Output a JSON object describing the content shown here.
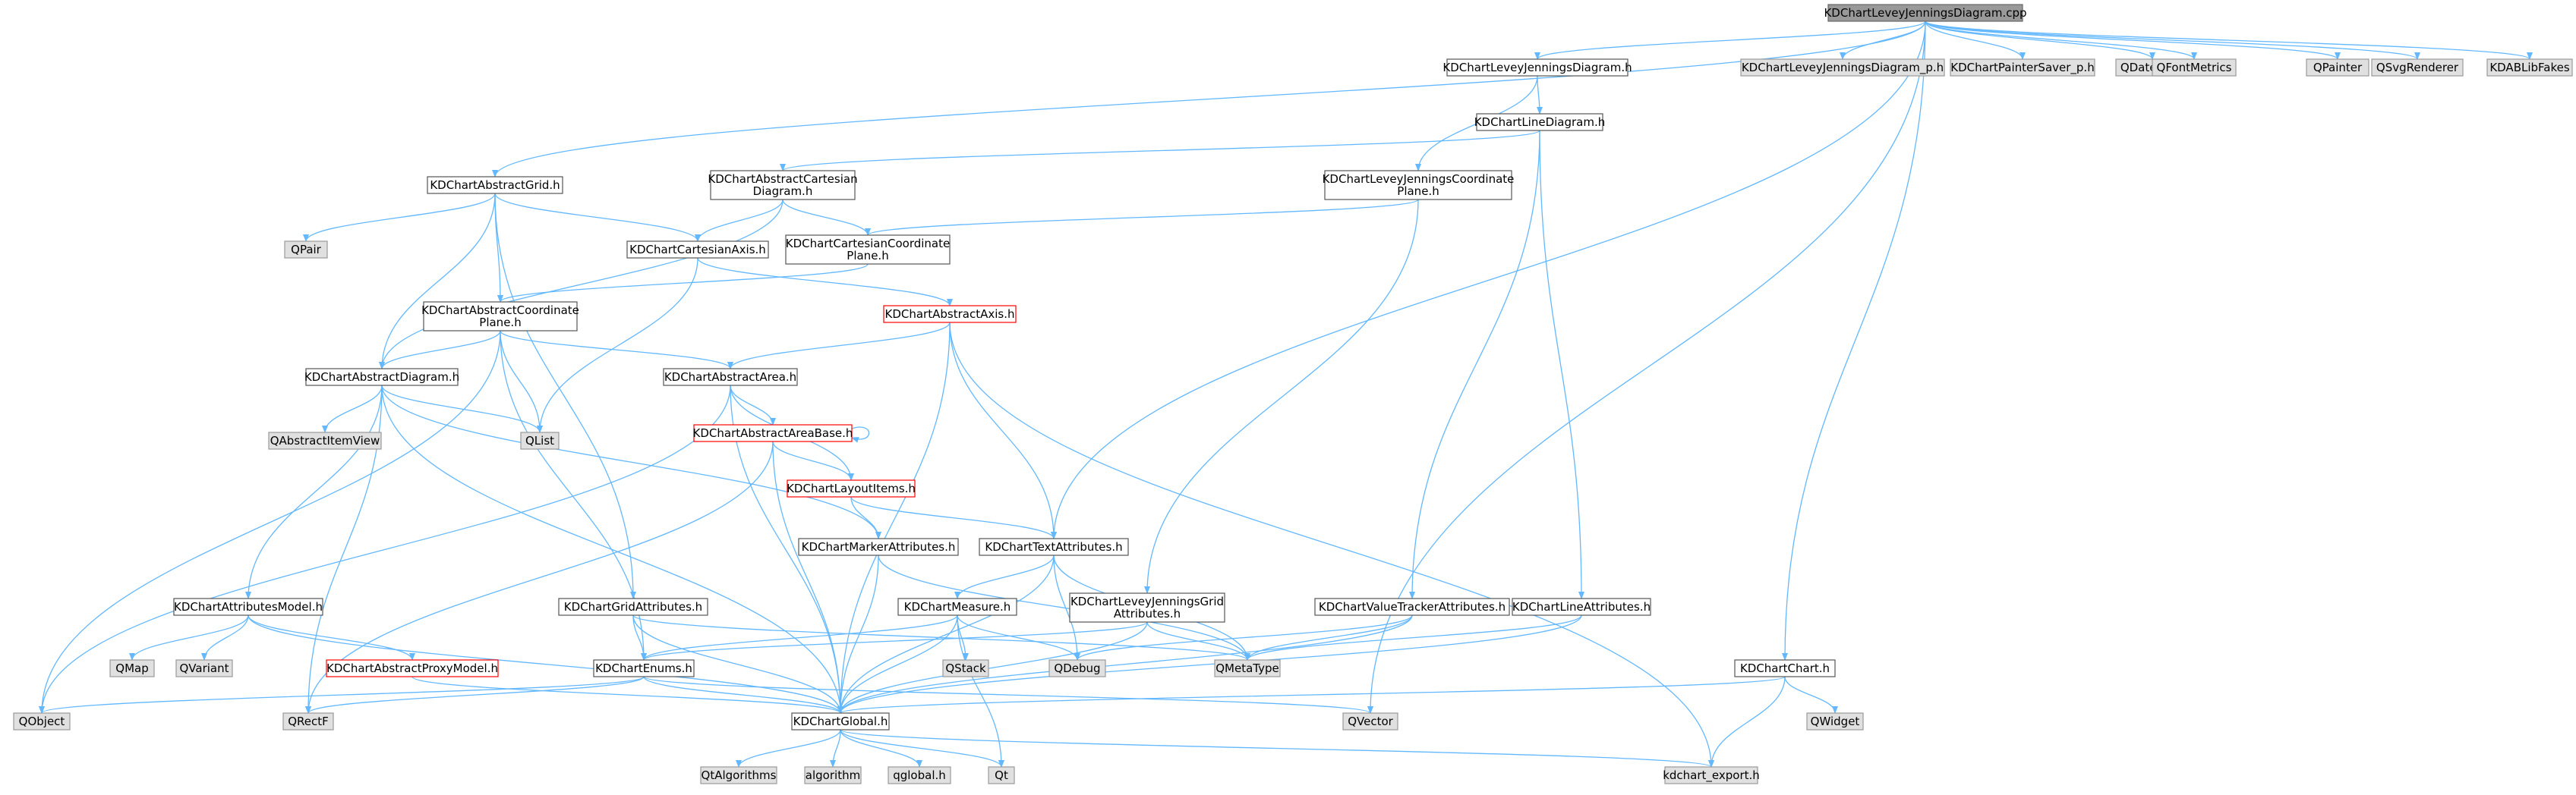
{
  "palette": {
    "edge": "#63b8ff",
    "node_fill": "#ffffff",
    "node_border": "#555555",
    "external_fill": "#e0e0e0",
    "external_border": "#999999",
    "root_fill": "#999999",
    "root_border": "#666666",
    "truncated_border": "#ff0000"
  },
  "nodes": {
    "root": {
      "lines": [
        "KDChartLeveyJenningsDiagram.cpp"
      ],
      "style": "root"
    },
    "ljDiagramH": {
      "lines": [
        "KDChartLeveyJenningsDiagram.h"
      ],
      "style": "normal"
    },
    "ljDiagramPH": {
      "lines": [
        "KDChartLeveyJenningsDiagram_p.h"
      ],
      "style": "external"
    },
    "painterSaver": {
      "lines": [
        "KDChartPainterSaver_p.h"
      ],
      "style": "external"
    },
    "qDateTime": {
      "lines": [
        "QDateTime"
      ],
      "style": "external"
    },
    "qFontMetrics": {
      "lines": [
        "QFontMetrics"
      ],
      "style": "external"
    },
    "qPainter": {
      "lines": [
        "QPainter"
      ],
      "style": "external"
    },
    "qSvgRenderer": {
      "lines": [
        "QSvgRenderer"
      ],
      "style": "external"
    },
    "kdabLibFakes": {
      "lines": [
        "KDABLibFakes"
      ],
      "style": "external"
    },
    "lineDiagram": {
      "lines": [
        "KDChartLineDiagram.h"
      ],
      "style": "normal"
    },
    "abstractGrid": {
      "lines": [
        "KDChartAbstractGrid.h"
      ],
      "style": "normal"
    },
    "absCartDiagram": {
      "lines": [
        "KDChartAbstractCartesian",
        "Diagram.h"
      ],
      "style": "normal"
    },
    "ljCoordPlane": {
      "lines": [
        "KDChartLeveyJenningsCoordinate",
        "Plane.h"
      ],
      "style": "normal"
    },
    "qPair": {
      "lines": [
        "QPair"
      ],
      "style": "external"
    },
    "cartAxis": {
      "lines": [
        "KDChartCartesianAxis.h"
      ],
      "style": "normal"
    },
    "cartCoordPlane": {
      "lines": [
        "KDChartCartesianCoordinate",
        "Plane.h"
      ],
      "style": "normal"
    },
    "absCoordPlane": {
      "lines": [
        "KDChartAbstractCoordinate",
        "Plane.h"
      ],
      "style": "normal"
    },
    "abstractAxis": {
      "lines": [
        "KDChartAbstractAxis.h"
      ],
      "style": "truncated"
    },
    "abstractDiagram": {
      "lines": [
        "KDChartAbstractDiagram.h"
      ],
      "style": "normal"
    },
    "abstractArea": {
      "lines": [
        "KDChartAbstractArea.h"
      ],
      "style": "normal"
    },
    "qAbstractItemView": {
      "lines": [
        "QAbstractItemView"
      ],
      "style": "external"
    },
    "qList": {
      "lines": [
        "QList"
      ],
      "style": "external"
    },
    "abstractAreaBase": {
      "lines": [
        "KDChartAbstractAreaBase.h"
      ],
      "style": "truncated"
    },
    "layoutItems": {
      "lines": [
        "KDChartLayoutItems.h"
      ],
      "style": "truncated"
    },
    "markerAttrs": {
      "lines": [
        "KDChartMarkerAttributes.h"
      ],
      "style": "normal"
    },
    "textAttrs": {
      "lines": [
        "KDChartTextAttributes.h"
      ],
      "style": "normal"
    },
    "attrsModel": {
      "lines": [
        "KDChartAttributesModel.h"
      ],
      "style": "normal"
    },
    "gridAttrs": {
      "lines": [
        "KDChartGridAttributes.h"
      ],
      "style": "normal"
    },
    "measure": {
      "lines": [
        "KDChartMeasure.h"
      ],
      "style": "normal"
    },
    "ljGridAttrs": {
      "lines": [
        "KDChartLeveyJenningsGrid",
        "Attributes.h"
      ],
      "style": "normal"
    },
    "valueTrackerAttrs": {
      "lines": [
        "KDChartValueTrackerAttributes.h"
      ],
      "style": "normal"
    },
    "lineAttrs": {
      "lines": [
        "KDChartLineAttributes.h"
      ],
      "style": "normal"
    },
    "qMap": {
      "lines": [
        "QMap"
      ],
      "style": "external"
    },
    "qVariant": {
      "lines": [
        "QVariant"
      ],
      "style": "external"
    },
    "absProxyModel": {
      "lines": [
        "KDChartAbstractProxyModel.h"
      ],
      "style": "truncated"
    },
    "enums": {
      "lines": [
        "KDChartEnums.h"
      ],
      "style": "normal"
    },
    "qStack": {
      "lines": [
        "QStack"
      ],
      "style": "external"
    },
    "qDebug": {
      "lines": [
        "QDebug"
      ],
      "style": "external"
    },
    "qMetaType": {
      "lines": [
        "QMetaType"
      ],
      "style": "external"
    },
    "chartH": {
      "lines": [
        "KDChartChart.h"
      ],
      "style": "normal"
    },
    "qWidget": {
      "lines": [
        "QWidget"
      ],
      "style": "external"
    },
    "qObject": {
      "lines": [
        "QObject"
      ],
      "style": "external"
    },
    "qRectF": {
      "lines": [
        "QRectF"
      ],
      "style": "external"
    },
    "global": {
      "lines": [
        "KDChartGlobal.h"
      ],
      "style": "normal"
    },
    "qVector": {
      "lines": [
        "QVector"
      ],
      "style": "external"
    },
    "qtAlgorithms": {
      "lines": [
        "QtAlgorithms"
      ],
      "style": "external"
    },
    "algorithm": {
      "lines": [
        "algorithm"
      ],
      "style": "external"
    },
    "qglobal": {
      "lines": [
        "qglobal.h"
      ],
      "style": "external"
    },
    "qt": {
      "lines": [
        "Qt"
      ],
      "style": "external"
    },
    "kdchartExport": {
      "lines": [
        "kdchart_export.h"
      ],
      "style": "external"
    }
  },
  "edges": [
    [
      "root",
      "ljDiagramH"
    ],
    [
      "root",
      "ljDiagramPH"
    ],
    [
      "root",
      "painterSaver"
    ],
    [
      "root",
      "qDateTime"
    ],
    [
      "root",
      "qFontMetrics"
    ],
    [
      "root",
      "qPainter"
    ],
    [
      "root",
      "qSvgRenderer"
    ],
    [
      "root",
      "kdabLibFakes"
    ],
    [
      "root",
      "abstractGrid"
    ],
    [
      "root",
      "textAttrs"
    ],
    [
      "root",
      "qVector"
    ],
    [
      "root",
      "chartH"
    ],
    [
      "ljDiagramH",
      "lineDiagram"
    ],
    [
      "ljDiagramH",
      "ljCoordPlane"
    ],
    [
      "lineDiagram",
      "absCartDiagram"
    ],
    [
      "lineDiagram",
      "valueTrackerAttrs"
    ],
    [
      "lineDiagram",
      "lineAttrs"
    ],
    [
      "abstractGrid",
      "qPair"
    ],
    [
      "abstractGrid",
      "cartAxis"
    ],
    [
      "abstractGrid",
      "absCoordPlane"
    ],
    [
      "abstractGrid",
      "abstractDiagram"
    ],
    [
      "abstractGrid",
      "gridAttrs"
    ],
    [
      "absCartDiagram",
      "cartAxis"
    ],
    [
      "absCartDiagram",
      "cartCoordPlane"
    ],
    [
      "absCartDiagram",
      "abstractDiagram"
    ],
    [
      "ljCoordPlane",
      "cartCoordPlane"
    ],
    [
      "ljCoordPlane",
      "ljGridAttrs"
    ],
    [
      "cartAxis",
      "abstractAxis"
    ],
    [
      "cartAxis",
      "qList"
    ],
    [
      "cartCoordPlane",
      "absCoordPlane"
    ],
    [
      "absCoordPlane",
      "abstractDiagram"
    ],
    [
      "absCoordPlane",
      "abstractArea"
    ],
    [
      "absCoordPlane",
      "qList"
    ],
    [
      "absCoordPlane",
      "qObject"
    ],
    [
      "absCoordPlane",
      "enums"
    ],
    [
      "abstractAxis",
      "abstractArea"
    ],
    [
      "abstractAxis",
      "textAttrs"
    ],
    [
      "abstractAxis",
      "global"
    ],
    [
      "abstractAxis",
      "kdchartExport"
    ],
    [
      "abstractDiagram",
      "qAbstractItemView"
    ],
    [
      "abstractDiagram",
      "qList"
    ],
    [
      "abstractDiagram",
      "attrsModel"
    ],
    [
      "abstractDiagram",
      "markerAttrs"
    ],
    [
      "abstractDiagram",
      "qRectF"
    ],
    [
      "abstractDiagram",
      "global"
    ],
    [
      "abstractArea",
      "abstractAreaBase"
    ],
    [
      "abstractArea",
      "layoutItems"
    ],
    [
      "abstractArea",
      "qObject"
    ],
    [
      "abstractArea",
      "global"
    ],
    [
      "abstractAreaBase",
      "abstractAreaBase"
    ],
    [
      "abstractAreaBase",
      "layoutItems"
    ],
    [
      "abstractAreaBase",
      "qRectF"
    ],
    [
      "abstractAreaBase",
      "global"
    ],
    [
      "layoutItems",
      "markerAttrs"
    ],
    [
      "layoutItems",
      "textAttrs"
    ],
    [
      "markerAttrs",
      "qMetaType"
    ],
    [
      "markerAttrs",
      "global"
    ],
    [
      "textAttrs",
      "measure"
    ],
    [
      "textAttrs",
      "qDebug"
    ],
    [
      "textAttrs",
      "qMetaType"
    ],
    [
      "textAttrs",
      "global"
    ],
    [
      "attrsModel",
      "qMap"
    ],
    [
      "attrsModel",
      "qVariant"
    ],
    [
      "attrsModel",
      "absProxyModel"
    ],
    [
      "attrsModel",
      "global"
    ],
    [
      "gridAttrs",
      "enums"
    ],
    [
      "gridAttrs",
      "qMetaType"
    ],
    [
      "gridAttrs",
      "global"
    ],
    [
      "measure",
      "enums"
    ],
    [
      "measure",
      "qStack"
    ],
    [
      "measure",
      "qDebug"
    ],
    [
      "measure",
      "qt"
    ],
    [
      "measure",
      "global"
    ],
    [
      "ljGridAttrs",
      "enums"
    ],
    [
      "ljGridAttrs",
      "qMetaType"
    ],
    [
      "ljGridAttrs",
      "global"
    ],
    [
      "valueTrackerAttrs",
      "qDebug"
    ],
    [
      "valueTrackerAttrs",
      "qMetaType"
    ],
    [
      "valueTrackerAttrs",
      "global"
    ],
    [
      "lineAttrs",
      "qMetaType"
    ],
    [
      "lineAttrs",
      "global"
    ],
    [
      "absProxyModel",
      "global"
    ],
    [
      "enums",
      "qObject"
    ],
    [
      "enums",
      "qRectF"
    ],
    [
      "enums",
      "qVector"
    ],
    [
      "enums",
      "global"
    ],
    [
      "chartH",
      "qWidget"
    ],
    [
      "chartH",
      "global"
    ],
    [
      "chartH",
      "kdchartExport"
    ],
    [
      "global",
      "qtAlgorithms"
    ],
    [
      "global",
      "algorithm"
    ],
    [
      "global",
      "qglobal"
    ],
    [
      "global",
      "qt"
    ],
    [
      "global",
      "kdchartExport"
    ]
  ]
}
